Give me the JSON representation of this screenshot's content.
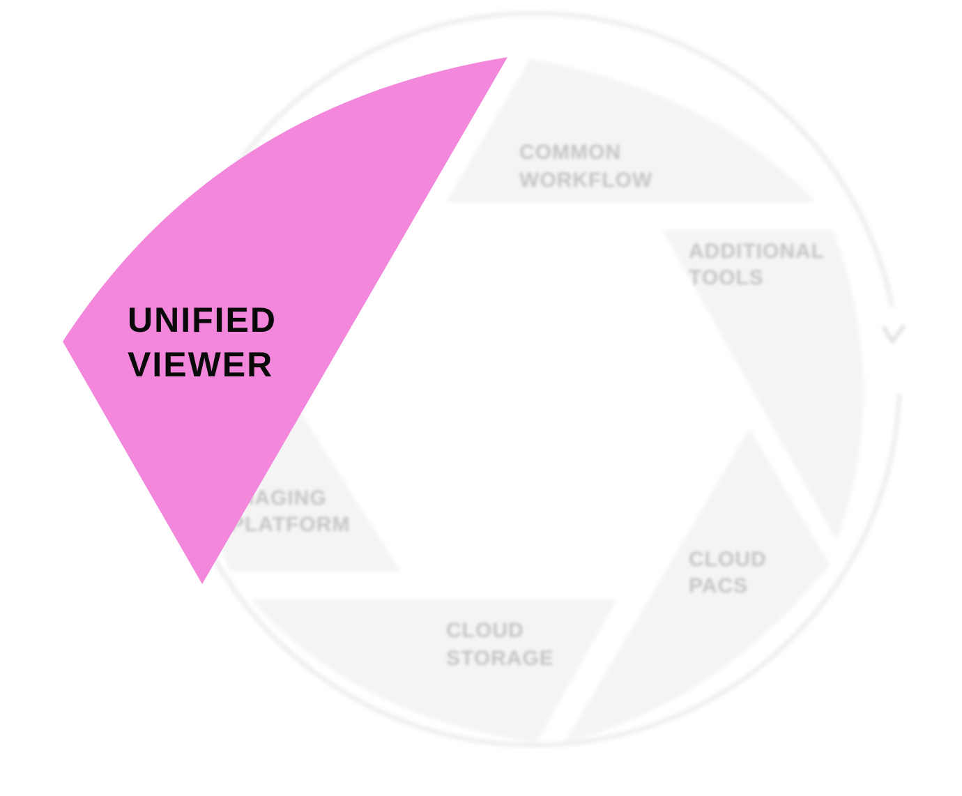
{
  "diagram": {
    "active_segment": {
      "line1": "UNIFIED",
      "line2": "VIEWER",
      "color": "#f387dc"
    },
    "segments": [
      {
        "id": "common-workflow",
        "line1": "COMMON",
        "line2": "WORKFLOW"
      },
      {
        "id": "additional-tools",
        "line1": "ADDITIONAL",
        "line2": "TOOLS"
      },
      {
        "id": "cloud-pacs",
        "line1": "CLOUD",
        "line2": "PACS"
      },
      {
        "id": "cloud-storage",
        "line1": "CLOUD",
        "line2": "STORAGE"
      },
      {
        "id": "imaging-platform",
        "line1": "IMAGING",
        "line2": "PLATFORM"
      }
    ],
    "inactive_color": "#f4f4f4",
    "ring_color": "#ececec",
    "arrow_icon": "chevron-down-icon"
  }
}
